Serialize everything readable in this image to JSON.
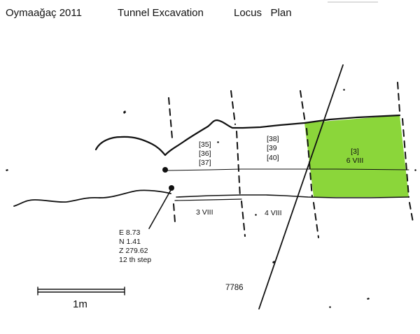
{
  "header": {
    "site": "Oymaağaç 2011",
    "section": "Tunnel Excavation",
    "plan": "Locus   Plan"
  },
  "loci": {
    "a": [
      "[35]",
      "[36]",
      "[37]"
    ],
    "b": [
      "[38]",
      "[39",
      "[40]"
    ],
    "c": [
      "[3]",
      "6 VIII"
    ]
  },
  "steps": {
    "left": "3 VIII",
    "right": "4 VIII"
  },
  "point": {
    "e": "E 8.73",
    "n": "N 1.41",
    "z": "Z 279.62",
    "step": "12 th step"
  },
  "scale_label": "1m",
  "sheet_number": "7786",
  "colors": {
    "ink": "#111111",
    "highlight": "#8bd63a"
  }
}
